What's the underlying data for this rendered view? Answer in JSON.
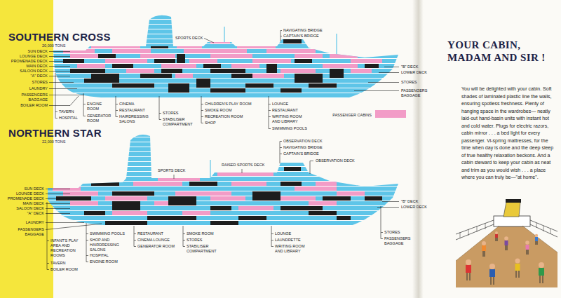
{
  "diagram": {
    "title": "YOUR CABIN, MADAM AND SIR !",
    "labels": [
      "SOUTHERN CROSS",
      "20,000 TONS",
      "SUN DECK",
      "LOUNGE DECK",
      "PROMENADE DECK",
      "MAIN DECK",
      "SALOON DECK",
      "\"A\" DECK",
      "STORES",
      "LAUNDRY",
      "PASSENGERS BAGGAGE",
      "BOILER ROOM",
      "SPORTS DECK",
      "NAVIGATING BRIDGE",
      "CAPTAIN'S BRIDGE",
      "\"B\" DECK",
      "LOWER DECK",
      "STORES",
      "PASSENGERS BAGGAGE",
      "TAVERN",
      "HOSPITAL",
      "ENGINE ROOM",
      "GENERATOR ROOM",
      "CINEMA",
      "RESTAURANT",
      "HAIRDRESSING SALONS",
      "STORES",
      "STABILISER COMPARTMENT",
      "CHILDREN'S PLAY ROOM",
      "SMOKE ROOM",
      "RECREATION ROOM",
      "SHOP",
      "LOUNGE",
      "RESTAURANT",
      "WRITING ROOM AND LIBRARY",
      "SWIMMING POOLS",
      "NORTHERN STAR",
      "22,000 TONS",
      "SUN DECK",
      "LOUNGE DECK",
      "PROMENADE DECK",
      "MAIN DECK",
      "SALOON DECK",
      "\"A\" DECK",
      "LAUNDRY",
      "PASSENGERS BAGGAGE",
      "INFANT'S PLAY AREA AND RECREATION ROOMS",
      "TAVERN",
      "BOILER ROOM",
      "SPORTS DECK",
      "RAISED SPORTS DECK",
      "OBSERVATION DECK",
      "NAVIGATING BRIDGE",
      "CAPTAIN'S BRIDGE",
      "OBSERVATION DECK",
      "\"B\" DECK",
      "LOWER DECK",
      "STORES",
      "PASSENGERS BAGGAGE",
      "SWIMMING POOLS",
      "SHOP AND HAIRDRESSING SALONS",
      "HOSPITAL",
      "ENGINE ROOM",
      "RESTAURANT",
      "CINEMA LOUNGE",
      "GENERATOR ROOM",
      "SMOKE ROOM",
      "STORES",
      "STABILISER COMPARTMENT",
      "LOUNGE",
      "LAUNDRETTE",
      "WRITING ROOM AND LIBRARY",
      "You will be delighted with your cabin. Soft shades of laminated plastic line the walls, ensuring spotless freshness. Plenty of hanging space in the wardrobes— neatly laid-out hand-basin units with instant hot and cold water. Plugs for electric razors, cabin mirror . . . a bed light for every passenger. Vi-spring mattresses, for the time when day is done and the deep sleep of true healthy relaxation beckons. And a cabin steward to keep your cabin as neat and trim as you would wish . . . a place where you can truly be—\"at home\"."
    ],
    "legend": [
      {
        "text": "PASSENGER CABINS",
        "color": "#f29cc7"
      }
    ]
  }
}
